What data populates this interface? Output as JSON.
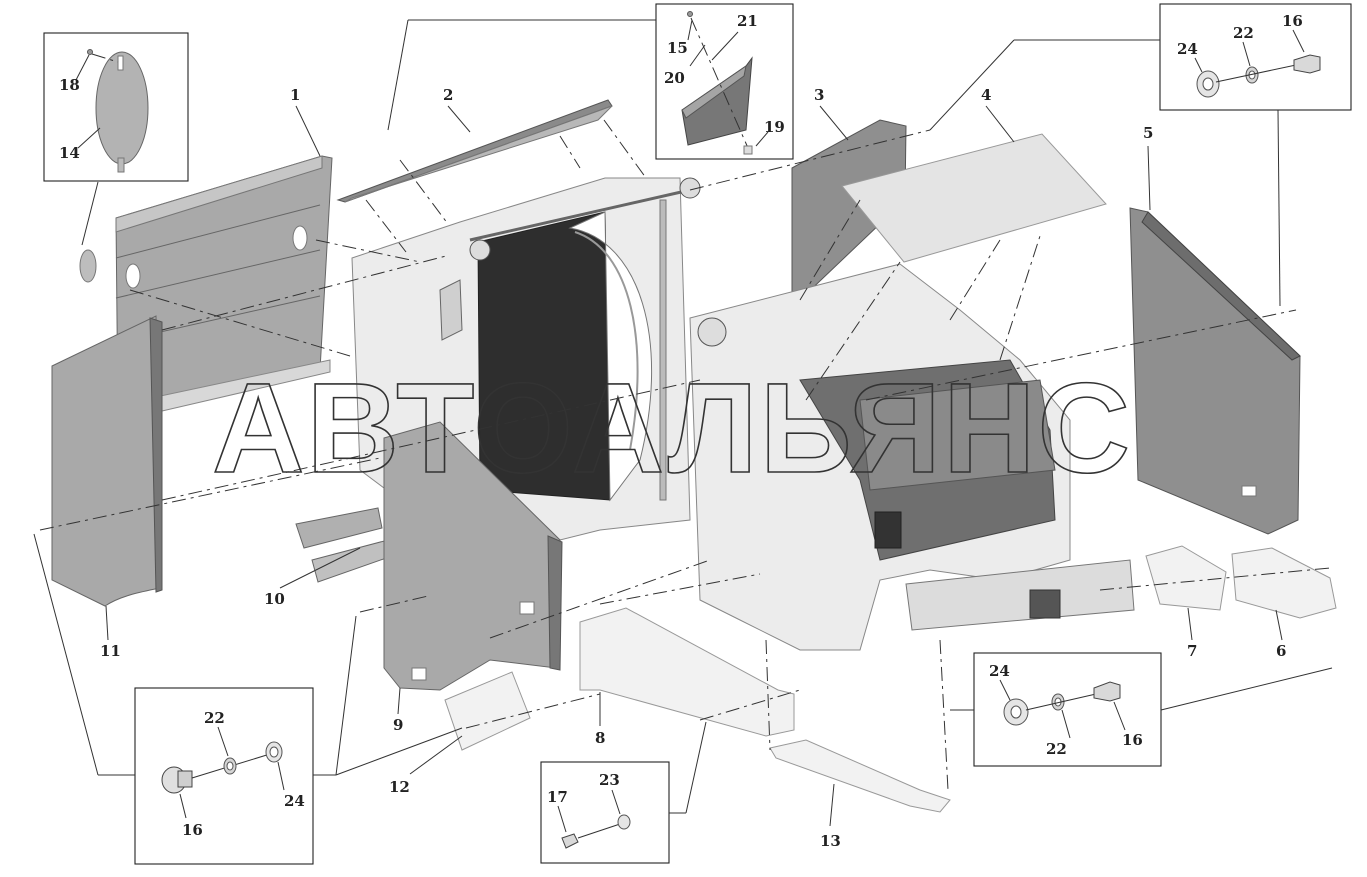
{
  "watermark": "АВТОАЛЬЯНС",
  "callouts": {
    "c1": "1",
    "c2": "2",
    "c3": "3",
    "c4": "4",
    "c5": "5",
    "c6": "6",
    "c7": "7",
    "c8": "8",
    "c9": "9",
    "c10": "10",
    "c11": "11",
    "c12": "12",
    "c13": "13",
    "b1_18": "18",
    "b1_14": "14",
    "b2_15": "15",
    "b2_21": "21",
    "b2_20": "20",
    "b2_19": "19",
    "b3_24": "24",
    "b3_22": "22",
    "b3_16": "16",
    "b4_22": "22",
    "b4_24": "24",
    "b4_16": "16",
    "b5_17": "17",
    "b5_23": "23",
    "b6_24": "24",
    "b6_22": "22",
    "b6_16": "16"
  }
}
